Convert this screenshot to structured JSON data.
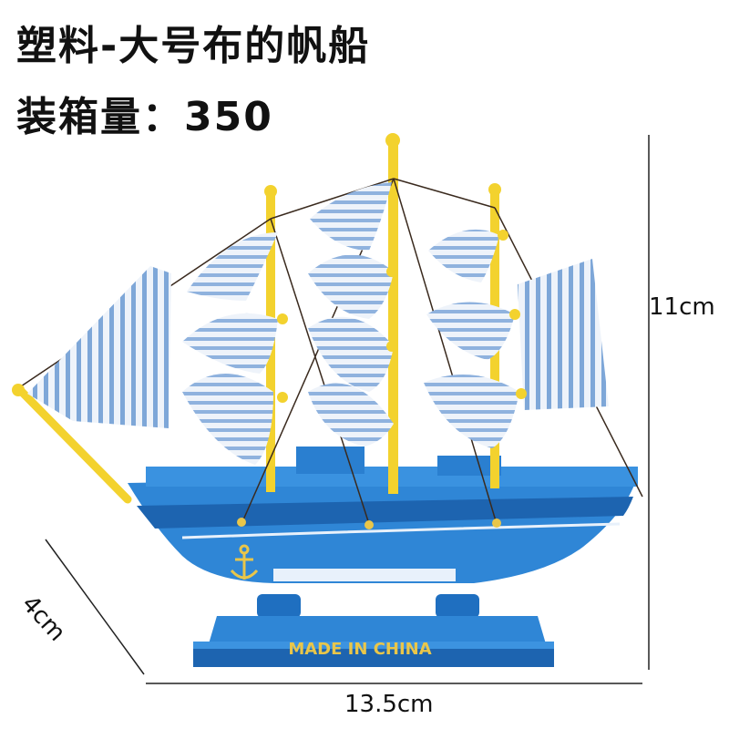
{
  "header": {
    "title": "塑料-大号布的帆船",
    "packing": "装箱量：350"
  },
  "dimensions": {
    "height": "11cm",
    "width": "13.5cm",
    "depth": "4cm"
  },
  "model": {
    "stand_text": "MADE IN CHINA"
  },
  "colors": {
    "hull": "#2f86d6",
    "hull_dark": "#1d64b0",
    "mast": "#f3d22e",
    "sail_stripe": "#7ea7d8",
    "stand_text": "#e9c64a"
  },
  "icons": [
    "anchor-icon"
  ]
}
